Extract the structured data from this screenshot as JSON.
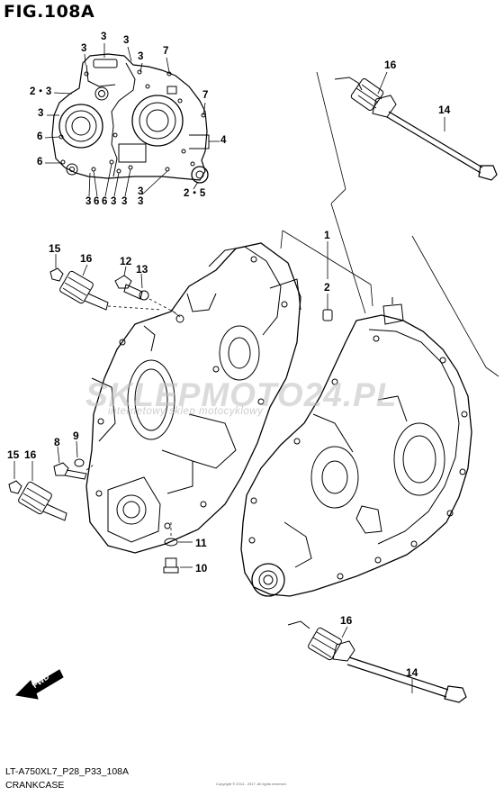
{
  "figure": {
    "title": "FIG.108A",
    "model_code": "LT-A750XL7_P28_P33_108A",
    "caption": "CRANKCASE",
    "watermark": "SKLEPMOTO24.PL",
    "watermark_sub": "internetowy sklep motocyklowy",
    "footer_note": "Copyright © 2014 - 2017, All rights reserved."
  },
  "fwd_indicator": "FWD",
  "inset_labels": [
    {
      "id": "i3a",
      "text": "3"
    },
    {
      "id": "i3b",
      "text": "3"
    },
    {
      "id": "i3c",
      "text": "3"
    },
    {
      "id": "i3d",
      "text": "3"
    },
    {
      "id": "i7a",
      "text": "7"
    },
    {
      "id": "i23",
      "text": "2・3"
    },
    {
      "id": "i3e",
      "text": "3"
    },
    {
      "id": "i7b",
      "text": "7"
    },
    {
      "id": "i6a",
      "text": "6"
    },
    {
      "id": "i4",
      "text": "4"
    },
    {
      "id": "i6b",
      "text": "6"
    },
    {
      "id": "ib1",
      "text": "3"
    },
    {
      "id": "ib2",
      "text": "6"
    },
    {
      "id": "ib3",
      "text": "6"
    },
    {
      "id": "ib4",
      "text": "3"
    },
    {
      "id": "ib5",
      "text": "3"
    },
    {
      "id": "ib6",
      "text": "3"
    },
    {
      "id": "ib7",
      "text": "3"
    },
    {
      "id": "i25",
      "text": "2・5"
    }
  ],
  "callouts": [
    {
      "id": "c16a",
      "text": "16"
    },
    {
      "id": "c14a",
      "text": "14"
    },
    {
      "id": "c1",
      "text": "1"
    },
    {
      "id": "c2",
      "text": "2"
    },
    {
      "id": "c15a",
      "text": "15"
    },
    {
      "id": "c16b",
      "text": "16"
    },
    {
      "id": "c12",
      "text": "12"
    },
    {
      "id": "c13",
      "text": "13"
    },
    {
      "id": "c15b",
      "text": "15"
    },
    {
      "id": "c16c",
      "text": "16"
    },
    {
      "id": "c8",
      "text": "8"
    },
    {
      "id": "c9",
      "text": "9"
    },
    {
      "id": "c11",
      "text": "11"
    },
    {
      "id": "c10",
      "text": "10"
    },
    {
      "id": "c16d",
      "text": "16"
    },
    {
      "id": "c14b",
      "text": "14"
    }
  ]
}
